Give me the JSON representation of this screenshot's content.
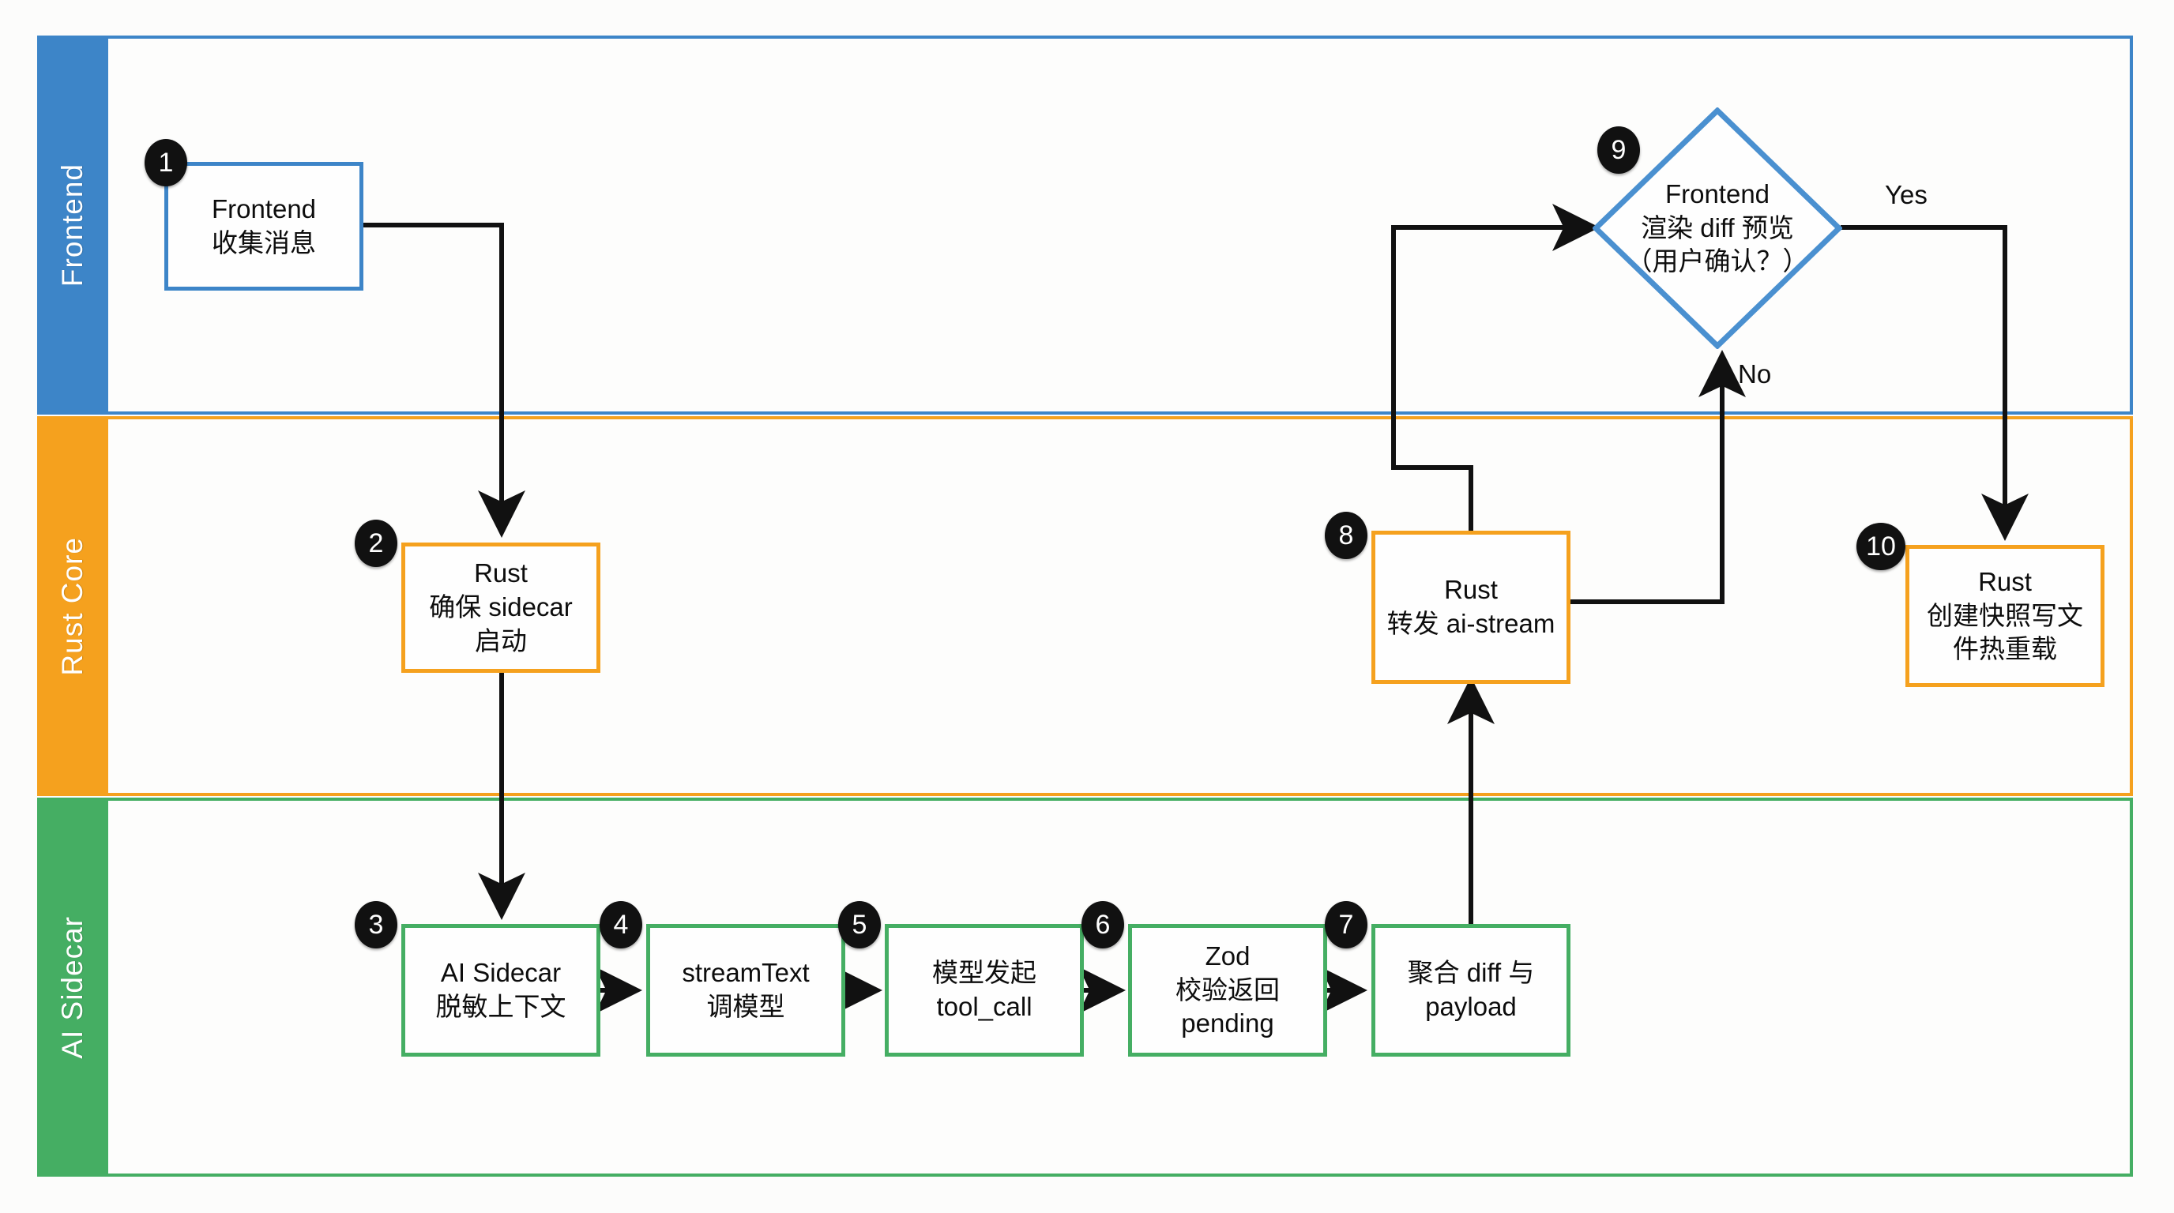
{
  "diagram": {
    "type": "swimlane-flowchart",
    "lanes": [
      {
        "id": "frontend",
        "label": "Frontend",
        "color": "#3d85c8"
      },
      {
        "id": "rust-core",
        "label": "Rust Core",
        "color": "#F5A11E"
      },
      {
        "id": "ai-sidecar",
        "label": "AI Sidecar",
        "color": "#45AE63"
      }
    ],
    "nodes": [
      {
        "step": "1",
        "lane": "frontend",
        "shape": "rect",
        "text": "Frontend\n收集消息"
      },
      {
        "step": "2",
        "lane": "rust-core",
        "shape": "rect",
        "text": "Rust\n确保 sidecar\n启动"
      },
      {
        "step": "3",
        "lane": "ai-sidecar",
        "shape": "rect",
        "text": "AI Sidecar\n脱敏上下文"
      },
      {
        "step": "4",
        "lane": "ai-sidecar",
        "shape": "rect",
        "text": "streamText\n调模型"
      },
      {
        "step": "5",
        "lane": "ai-sidecar",
        "shape": "rect",
        "text": "模型发起\ntool_call"
      },
      {
        "step": "6",
        "lane": "ai-sidecar",
        "shape": "rect",
        "text": "Zod\n校验返回\npending"
      },
      {
        "step": "7",
        "lane": "ai-sidecar",
        "shape": "rect",
        "text": "聚合 diff 与\npayload"
      },
      {
        "step": "8",
        "lane": "rust-core",
        "shape": "rect",
        "text": "Rust\n转发 ai-stream"
      },
      {
        "step": "9",
        "lane": "frontend",
        "shape": "diamond",
        "text": "Frontend\n渲染 diff 预览\n（用户确认？）"
      },
      {
        "step": "10",
        "lane": "rust-core",
        "shape": "rect",
        "text": "Rust\n创建快照写文\n件热重载"
      }
    ],
    "edge_labels": {
      "yes": "Yes",
      "no": "No"
    },
    "edges": [
      {
        "from": "1",
        "to": "2",
        "label": ""
      },
      {
        "from": "2",
        "to": "3",
        "label": ""
      },
      {
        "from": "3",
        "to": "4",
        "label": ""
      },
      {
        "from": "4",
        "to": "5",
        "label": ""
      },
      {
        "from": "5",
        "to": "6",
        "label": ""
      },
      {
        "from": "6",
        "to": "7",
        "label": ""
      },
      {
        "from": "7",
        "to": "8",
        "label": ""
      },
      {
        "from": "8",
        "to": "9",
        "label": ""
      },
      {
        "from": "9",
        "to": "10",
        "label": "Yes"
      },
      {
        "from": "8",
        "to": "9",
        "label": "No"
      }
    ]
  }
}
